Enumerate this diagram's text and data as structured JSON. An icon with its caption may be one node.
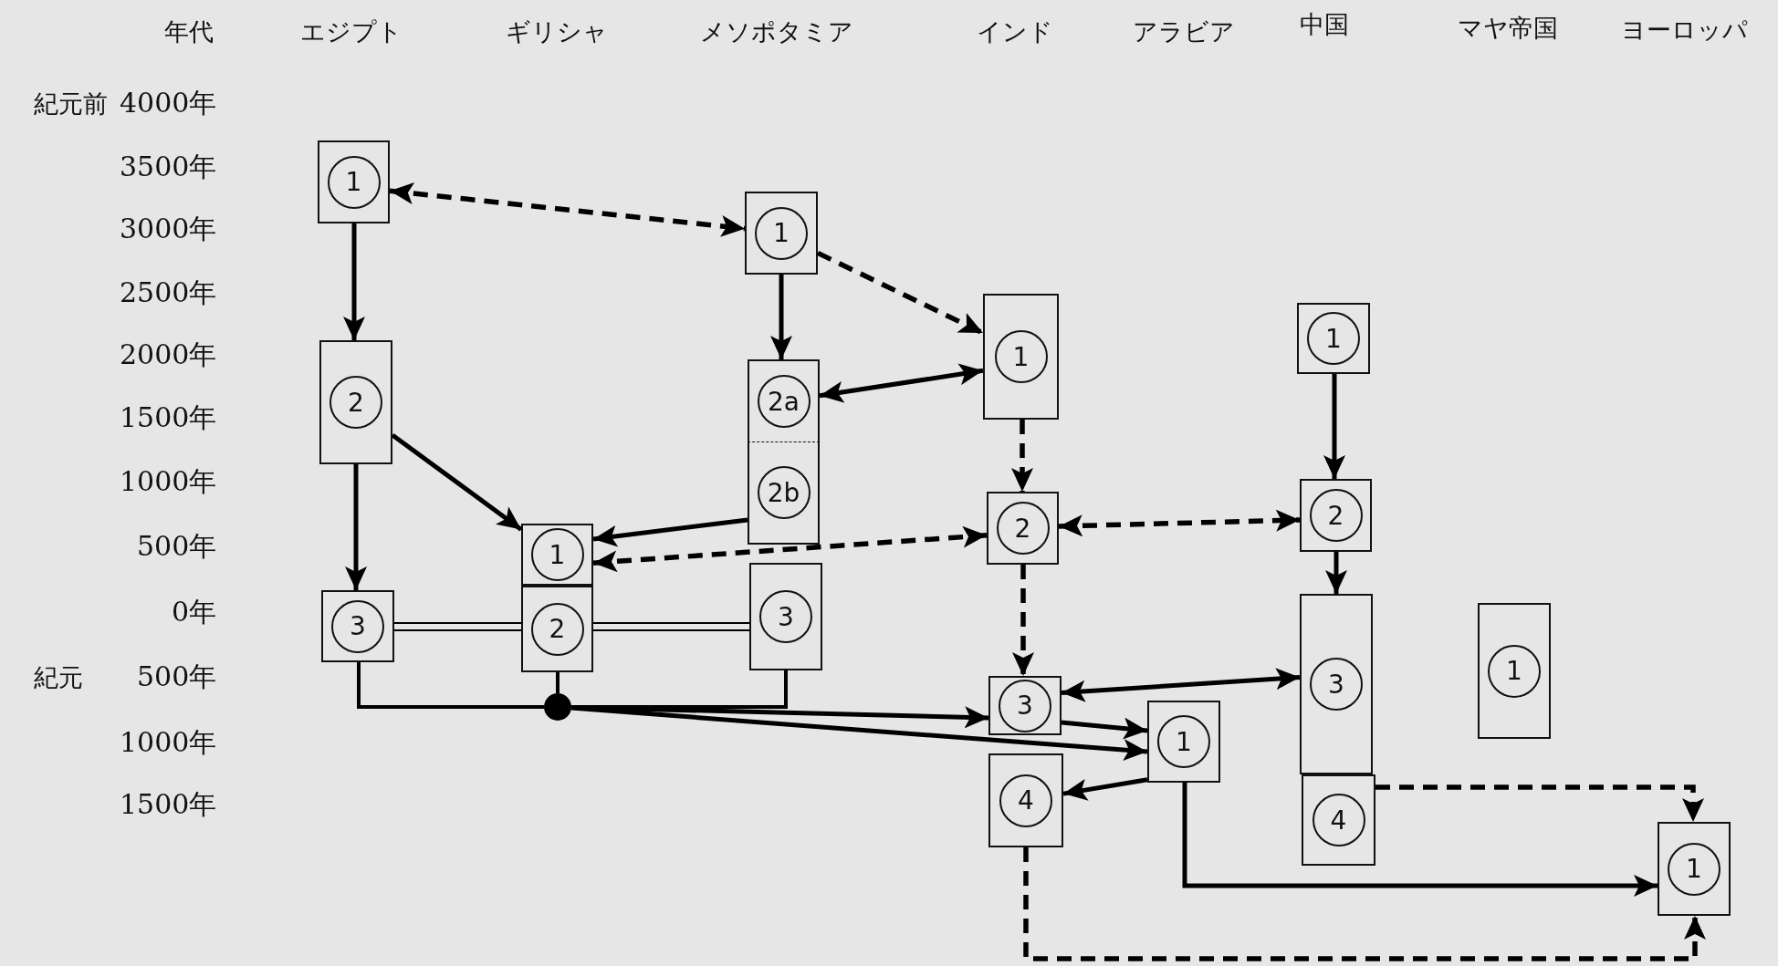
{
  "diagram": {
    "nodes": [
      {
        "text": [
          "1"
        ]
      },
      {
        "text": [
          "2"
        ]
      },
      {
        "text": [
          "3"
        ]
      },
      {
        "text": [
          "1"
        ]
      },
      {
        "text": [
          "2"
        ]
      },
      {
        "text": [
          "1"
        ]
      },
      {
        "text": [
          "2a"
        ]
      },
      {
        "text": [
          "2b"
        ]
      },
      {
        "text": [
          "3"
        ]
      },
      {
        "text": [
          "1"
        ]
      },
      {
        "text": [
          "2"
        ]
      },
      {
        "text": [
          "3"
        ]
      },
      {
        "text": [
          "4"
        ]
      },
      {
        "text": [
          "1"
        ]
      },
      {
        "text": [
          "1"
        ]
      },
      {
        "text": [
          "2"
        ]
      },
      {
        "text": [
          "3"
        ]
      },
      {
        "text": [
          "4"
        ]
      },
      {
        "text": [
          "1"
        ]
      },
      {
        "text": [
          "1"
        ]
      },
      {
        "text": [],
        "shape": "circle"
      }
    ],
    "edges": [
      {
        "from": 0,
        "to": 5,
        "arrow": "both",
        "style": "dashed"
      },
      {
        "from": 0,
        "to": 1,
        "arrow": "to"
      },
      {
        "from": 1,
        "to": 2,
        "arrow": "to"
      },
      {
        "from": 1,
        "to": 3,
        "arrow": "to"
      },
      {
        "from": 5,
        "to": 6,
        "arrow": "to"
      },
      {
        "from": 5,
        "to": 9,
        "arrow": "to",
        "style": "dashed"
      },
      {
        "from": 9,
        "to": 6,
        "arrow": "both"
      },
      {
        "from": 7,
        "to": 3,
        "arrow": "to"
      },
      {
        "from": 10,
        "to": 3,
        "arrow": "both",
        "style": "dashed"
      },
      {
        "from": 10,
        "to": 15,
        "arrow": "both",
        "style": "dashed"
      },
      {
        "from": 9,
        "to": 10,
        "arrow": "to",
        "style": "dashed"
      },
      {
        "from": 14,
        "to": 15,
        "arrow": "to"
      },
      {
        "from": 15,
        "to": 16,
        "arrow": "to"
      },
      {
        "from": 10,
        "to": 11,
        "arrow": "to",
        "style": "dashed"
      },
      {
        "from": 2,
        "to": 4,
        "arrow": "none"
      },
      {
        "from": 4,
        "to": 8,
        "arrow": "none"
      },
      {
        "from": 2,
        "to": 20,
        "arrow": "none"
      },
      {
        "from": 4,
        "to": 20,
        "arrow": "none"
      },
      {
        "from": 8,
        "to": 20,
        "arrow": "none"
      },
      {
        "from": 20,
        "to": 11,
        "arrow": "to"
      },
      {
        "from": 20,
        "to": 13,
        "arrow": "to"
      },
      {
        "from": 11,
        "to": 13,
        "arrow": "to"
      },
      {
        "from": 13,
        "to": 12,
        "arrow": "to"
      },
      {
        "from": 11,
        "to": 16,
        "arrow": "both"
      },
      {
        "from": 13,
        "to": 19,
        "arrow": "to"
      },
      {
        "from": 17,
        "to": 19,
        "arrow": "to",
        "style": "dashed"
      },
      {
        "from": 12,
        "to": 19,
        "arrow": "to",
        "style": "dashed"
      }
    ],
    "labels": [
      "年代",
      "エジプト",
      "ギリシャ",
      "メソポタミア",
      "インド",
      "アラビア",
      "中国",
      "マヤ帝国",
      "ヨーロッパ",
      "紀元前",
      "4000年",
      "3500年",
      "3000年",
      "2500年",
      "2000年",
      "1500年",
      "1000年",
      "500年",
      "0年",
      "紀元",
      "500年",
      "1000年",
      "1500年"
    ]
  }
}
